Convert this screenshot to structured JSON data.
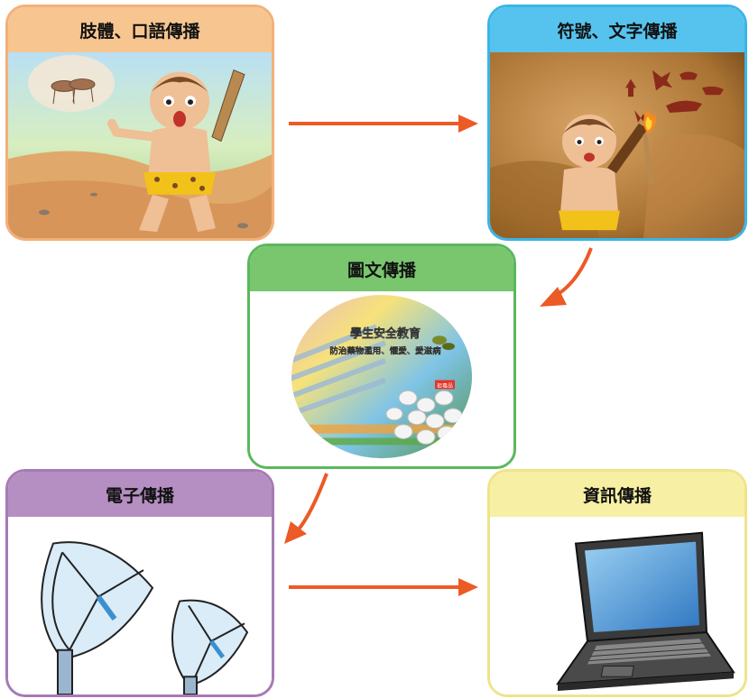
{
  "stages": [
    {
      "id": "speech",
      "title": "肢體、口語傳播"
    },
    {
      "id": "symbol",
      "title": "符號、文字傳播"
    },
    {
      "id": "graphic",
      "title": "圖文傳播"
    },
    {
      "id": "electronic",
      "title": "電子傳播"
    },
    {
      "id": "info",
      "title": "資訊傳播"
    }
  ],
  "poster": {
    "title": "學生安全教育",
    "subtitle": "防治藥物濫用、懼愛、愛滋病",
    "badge": "拒毒品"
  },
  "colors": {
    "arrow": "#ec5a26",
    "speech_header": "#f7c58f",
    "symbol_header": "#56c3ee",
    "graphic_header": "#79c66f",
    "electronic_header": "#b58ec2",
    "info_header": "#f7f0a4"
  }
}
